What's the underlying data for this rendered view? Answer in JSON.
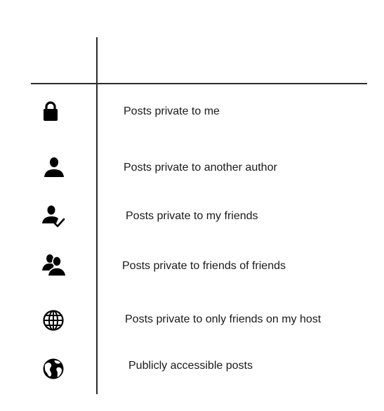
{
  "legend": {
    "rows": [
      {
        "icon": "lock-icon",
        "label": "Posts private to me"
      },
      {
        "icon": "person-icon",
        "label": "Posts private to another author"
      },
      {
        "icon": "person-check-icon",
        "label": "Posts private to my friends"
      },
      {
        "icon": "two-people-icon",
        "label": "Posts private to friends of friends"
      },
      {
        "icon": "globe-grid-icon",
        "label": "Posts private to only friends on my host"
      },
      {
        "icon": "earth-icon",
        "label": "Publicly accessible posts"
      }
    ]
  }
}
